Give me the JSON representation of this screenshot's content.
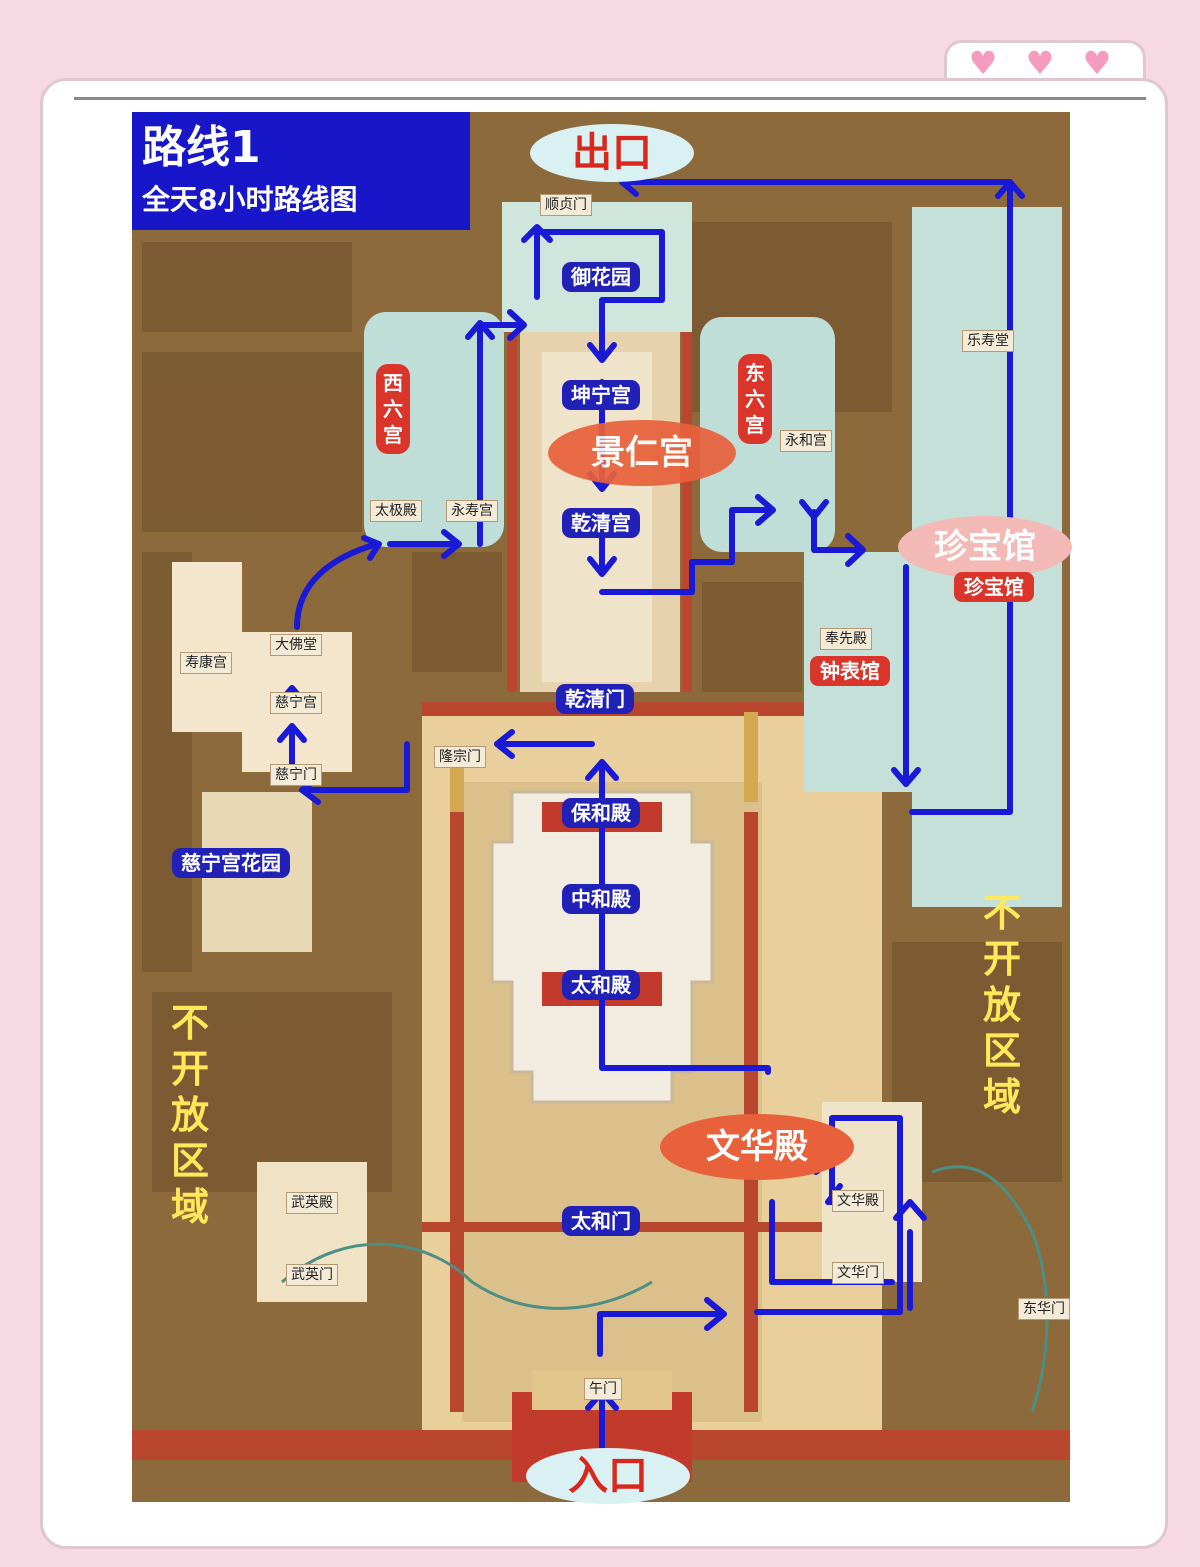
{
  "title": {
    "main": "路线1",
    "sub": "全天8小时路线图"
  },
  "colors": {
    "route": "#1a1ad6",
    "label_bg": "#2121b8",
    "zone_red": "#d9352b",
    "highlight": "#e8613b",
    "closed_text": "#ffe85a",
    "background": "#f7d9e3"
  },
  "markers": {
    "exit": "出口",
    "entrance": "入口"
  },
  "zones": {
    "west_six": "西六宫",
    "east_six": "东六宫",
    "closed_west": "不开放区域",
    "closed_east": "不开放区域"
  },
  "highlights": {
    "jingren": "景仁宫",
    "treasure": "珍宝馆",
    "wenhua": "文华殿"
  },
  "route_labels": {
    "yuhuayuan": "御花园",
    "kunning": "坤宁宫",
    "qianqing_palace": "乾清宫",
    "qianqing_gate": "乾清门",
    "baohe": "保和殿",
    "zhonghe": "中和殿",
    "taihe_hall": "太和殿",
    "taihe_gate": "太和门",
    "cining_garden": "慈宁宫花园",
    "treasure_hall": "珍宝馆",
    "clock_hall": "钟表馆"
  },
  "small_labels": {
    "shunzhen": "顺贞门",
    "dafotang": "大佛堂",
    "cininggong": "慈宁宫",
    "ciningmen": "慈宁门",
    "shoukang": "寿康宫",
    "longzong": "隆宗门",
    "wenhuadian": "文华殿",
    "wenhuamen": "文华门",
    "wuying": "武英殿",
    "wuyingmen": "武英门",
    "donghuamen": "东华门",
    "wumen": "午门",
    "fengxian": "奉先殿",
    "taiji": "太极殿",
    "yongshou": "永寿宫",
    "yonghe": "永和宫",
    "leshou": "乐寿堂"
  }
}
